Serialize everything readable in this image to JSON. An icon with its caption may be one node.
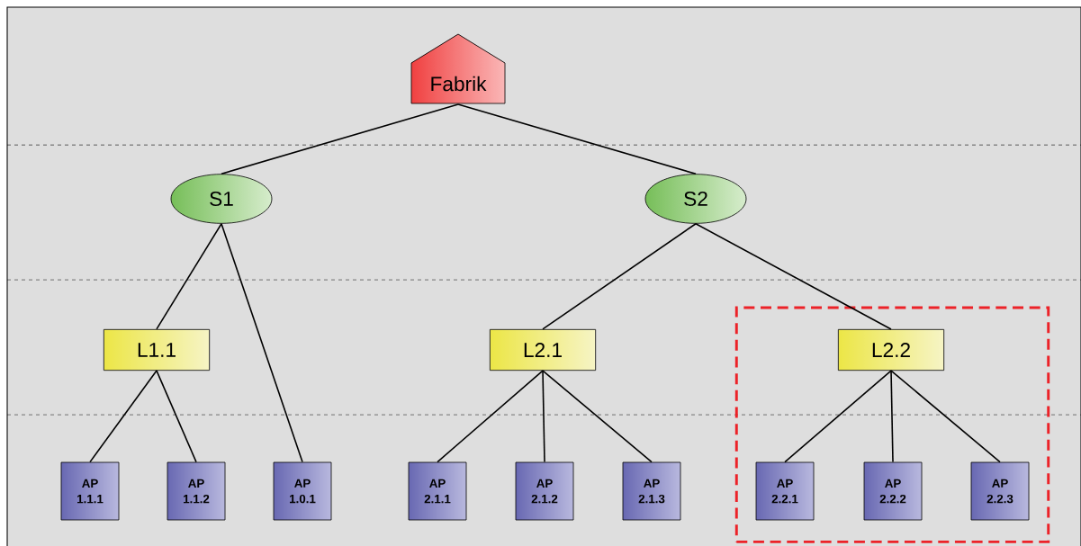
{
  "diagram": {
    "nodes": [
      {
        "text": [
          "Fabrik"
        ]
      },
      {
        "text": [
          "S1"
        ]
      },
      {
        "text": [
          "S2"
        ]
      },
      {
        "text": [
          "L1.1"
        ]
      },
      {
        "text": [
          "L2.1"
        ]
      },
      {
        "text": [],
        "shape": "box"
      },
      {
        "text": [
          "L2.2"
        ],
        "in": 5
      },
      {
        "text": [
          "AP 1.1.1"
        ]
      },
      {
        "text": [
          "AP 1.1.2"
        ]
      },
      {
        "text": [
          "AP 1.0.1"
        ]
      },
      {
        "text": [
          "AP 2.1.1"
        ]
      },
      {
        "text": [
          "AP 2.1.2"
        ]
      },
      {
        "text": [
          "AP 2.1.3"
        ]
      },
      {
        "text": [
          "AP 2.2.1"
        ],
        "in": 5
      },
      {
        "text": [
          "AP 2.2.2"
        ],
        "in": 5
      },
      {
        "text": [
          "AP 2.2.3"
        ],
        "in": 5
      }
    ],
    "edges": [
      {
        "from": 0,
        "to": 1,
        "arrow": "none"
      },
      {
        "from": 0,
        "to": 2,
        "arrow": "none"
      },
      {
        "from": 1,
        "to": 3,
        "arrow": "none"
      },
      {
        "from": 1,
        "to": 9,
        "arrow": "none"
      },
      {
        "from": 2,
        "to": 4,
        "arrow": "none"
      },
      {
        "from": 2,
        "to": 6,
        "arrow": "none"
      },
      {
        "from": 3,
        "to": 7,
        "arrow": "none"
      },
      {
        "from": 3,
        "to": 8,
        "arrow": "none"
      },
      {
        "from": 4,
        "to": 10,
        "arrow": "none"
      },
      {
        "from": 4,
        "to": 11,
        "arrow": "none"
      },
      {
        "from": 4,
        "to": 12,
        "arrow": "none"
      },
      {
        "from": 6,
        "to": 13,
        "arrow": "none"
      },
      {
        "from": 6,
        "to": 14,
        "arrow": "none"
      },
      {
        "from": 6,
        "to": 15,
        "arrow": "none"
      }
    ]
  }
}
